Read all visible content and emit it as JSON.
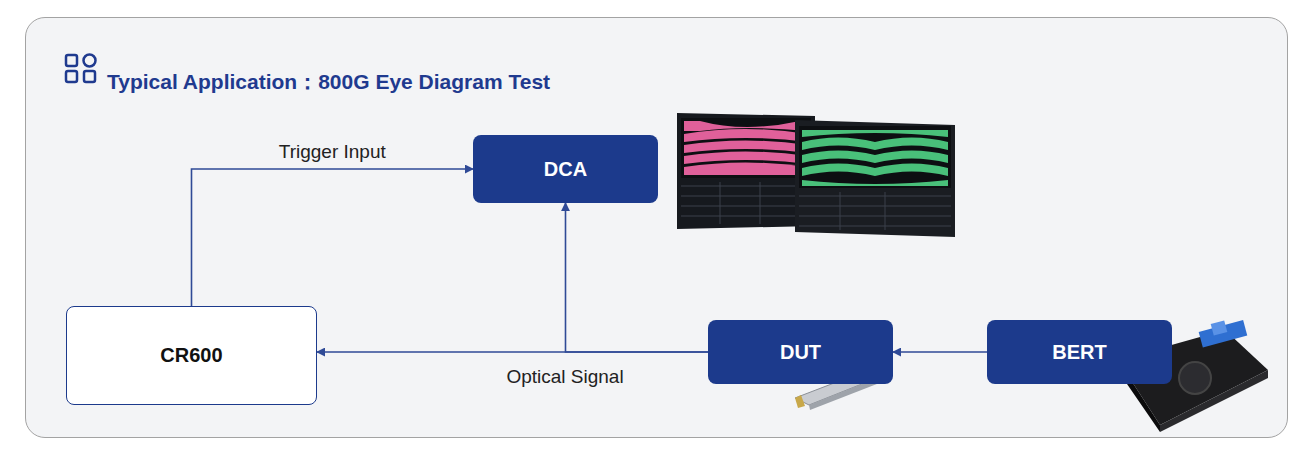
{
  "diagram": {
    "title": "Typical Application：800G Eye Diagram Test",
    "nodes": [
      {
        "text": [
          "DCA"
        ]
      },
      {
        "text": [
          "CR600"
        ]
      },
      {
        "text": [
          "DUT"
        ]
      },
      {
        "text": [
          "BERT"
        ]
      }
    ],
    "edges": [
      {
        "from": 1,
        "to": 0,
        "arrow": "to",
        "label": "Trigger Input"
      },
      {
        "from": 2,
        "to": 1,
        "arrow": "to",
        "label": "Optical Signal"
      },
      {
        "from": 2,
        "to": 0,
        "arrow": "to"
      },
      {
        "from": 3,
        "to": 2,
        "arrow": "to"
      }
    ]
  }
}
